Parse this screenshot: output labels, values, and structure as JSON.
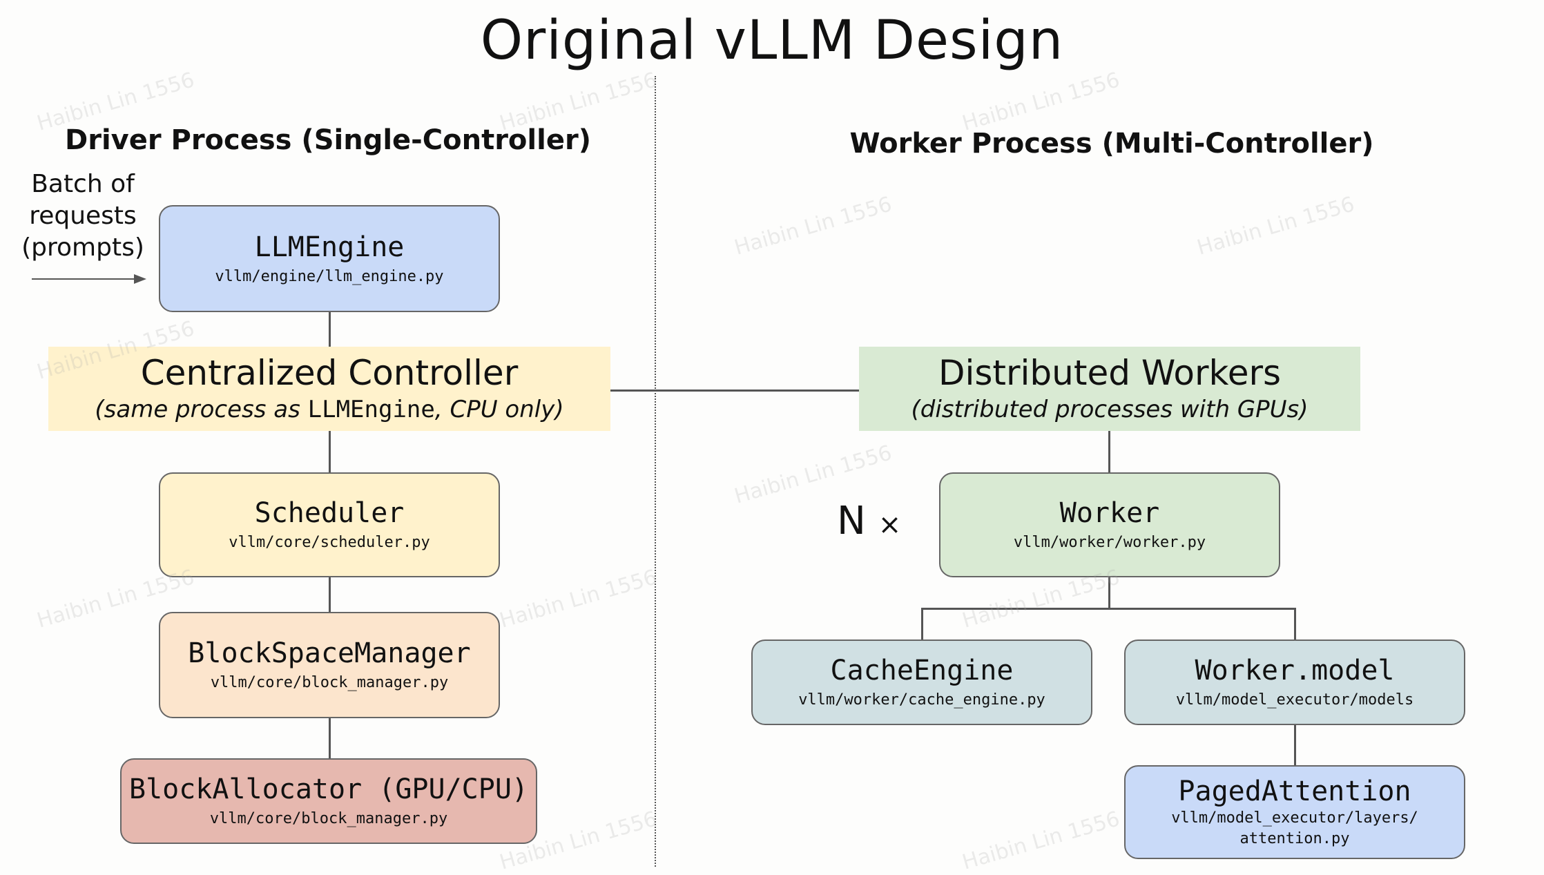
{
  "title": "Original vLLM Design",
  "driver": {
    "heading": "Driver Process (Single-Controller)",
    "batch_label_1": "Batch of",
    "batch_label_2": "requests",
    "batch_label_3": "(prompts)",
    "controller": {
      "title": "Centralized Controller",
      "subtitle_pre": "(same process as ",
      "subtitle_code": "LLMEngine",
      "subtitle_post": ", CPU only)"
    },
    "boxes": {
      "llm_engine": {
        "name": "LLMEngine",
        "path": "vllm/engine/llm_engine.py",
        "color": "#c9daf8"
      },
      "scheduler": {
        "name": "Scheduler",
        "path": "vllm/core/scheduler.py",
        "color": "#fff2cc"
      },
      "block_space_manager": {
        "name": "BlockSpaceManager",
        "path": "vllm/core/block_manager.py",
        "color": "#fce5cd"
      },
      "block_allocator": {
        "name": "BlockAllocator (GPU/CPU)",
        "path": "vllm/core/block_manager.py",
        "color": "#e6b8af"
      }
    }
  },
  "worker_side": {
    "heading": "Worker Process (Multi-Controller)",
    "workers_banner": {
      "title": "Distributed Workers",
      "subtitle": "(distributed processes with GPUs)"
    },
    "n_label": "N",
    "n_times": "×",
    "boxes": {
      "worker": {
        "name": "Worker",
        "path": "vllm/worker/worker.py",
        "color": "#d9ead3"
      },
      "cache_engine": {
        "name": "CacheEngine",
        "path": "vllm/worker/cache_engine.py",
        "color": "#d0e0e3"
      },
      "worker_model": {
        "name": "Worker.model",
        "path": "vllm/model_executor/models",
        "color": "#d0e0e3"
      },
      "paged_attention": {
        "name": "PagedAttention",
        "path_line1": "vllm/model_executor/layers/",
        "path_line2": "attention.py",
        "color": "#c9daf8"
      }
    }
  },
  "colors": {
    "controller_banner": "#fff2cc",
    "workers_banner": "#d9ead3",
    "lines": "#555555"
  },
  "watermark": "Haibin Lin 1556"
}
